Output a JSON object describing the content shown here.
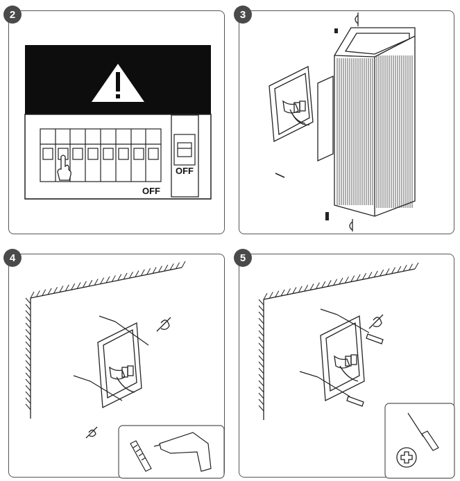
{
  "steps": [
    {
      "number": "2"
    },
    {
      "number": "3"
    },
    {
      "number": "4"
    },
    {
      "number": "5"
    }
  ],
  "step2": {
    "warning_icon": "warning-triangle-icon",
    "panel_off_label": "OFF",
    "main_switch_off_label": "OFF"
  },
  "colors": {
    "warning_band": "#0d0d0d",
    "badge": "#4a4a4a",
    "line": "#222222"
  }
}
